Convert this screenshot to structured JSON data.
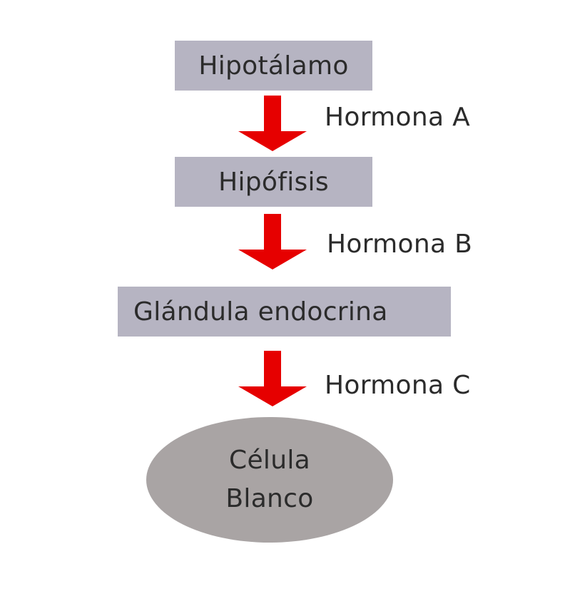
{
  "colors": {
    "box_fill": "#b6b4c2",
    "cell_fill": "#a9a4a4",
    "arrow": "#e60000",
    "text": "#2b2b2b"
  },
  "nodes": {
    "hipotalamo": "Hipotálamo",
    "hipofisis": "Hipófisis",
    "glandula": "Glándula endocrina",
    "celula_line1": "Célula",
    "celula_line2": "Blanco"
  },
  "hormones": {
    "a": "Hormona A",
    "b": "Hormona B",
    "c": "Hormona C"
  }
}
